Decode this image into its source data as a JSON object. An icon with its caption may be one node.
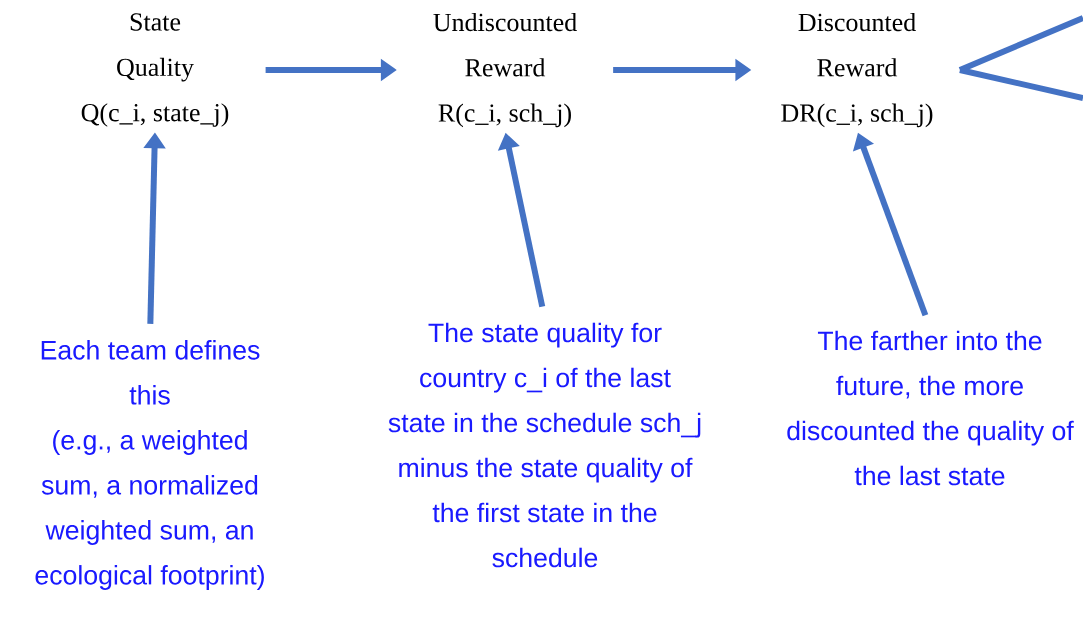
{
  "diagram": {
    "nodes": [
      {
        "text": [
          "State Quality",
          "Q(c_i, state_j)"
        ]
      },
      {
        "text": [
          "Undiscounted Reward",
          "R(c_i, sch_j)"
        ]
      },
      {
        "text": [
          "Discounted Reward",
          "DR(c_i, sch_j)"
        ]
      },
      {
        "text": [
          "Each team defines this",
          "(e.g., a weighted sum, a normalized weighted sum, an ecological footprint)"
        ]
      },
      {
        "text": [
          "The state quality for country c_i of the last state in the schedule sch_j minus the state quality of the first state in the schedule"
        ]
      },
      {
        "text": [
          "The farther into the future, the more discounted the quality of the last state"
        ]
      }
    ],
    "edges": [
      {
        "from": 0,
        "to": 1,
        "arrow": "to"
      },
      {
        "from": 1,
        "to": 2,
        "arrow": "to"
      },
      {
        "from": 3,
        "to": 0,
        "arrow": "to"
      },
      {
        "from": 4,
        "to": 1,
        "arrow": "to"
      },
      {
        "from": 5,
        "to": 2,
        "arrow": "to"
      },
      {
        "from": 2,
        "to": null,
        "arrow": "none"
      },
      {
        "from": 2,
        "to": null,
        "arrow": "none"
      }
    ]
  }
}
